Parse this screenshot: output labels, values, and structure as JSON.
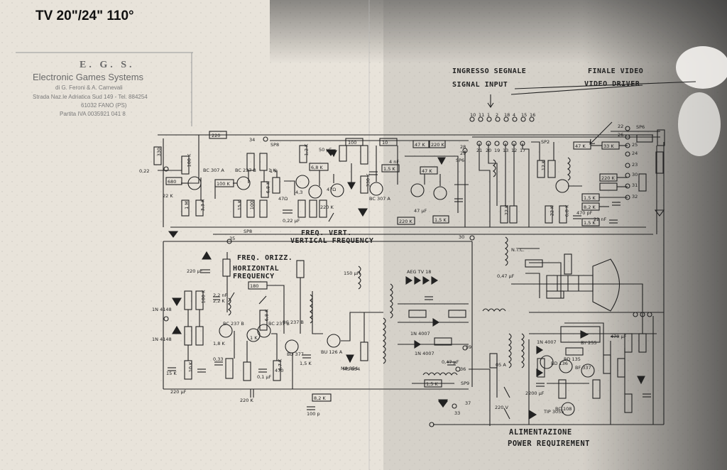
{
  "title": "TV 20\"/24\" 110°",
  "company": {
    "name": "E. G. S.",
    "full_name": "Electronic Games Systems",
    "owners": "di G. Feroni & A. Carnevali",
    "address": "Strada Naz.le Adriatica Sud 149 - Tel. 884254",
    "city": "61032 FANO (PS)",
    "vat": "Partita IVA 0035921 041 8"
  },
  "annotations": {
    "signal_input_it": "INGRESSO SEGNALE",
    "signal_input_en": "SIGNAL INPUT",
    "video_driver_it": "FINALE VIDEO",
    "video_driver_en": "VIDEO DRIVER",
    "vertical_freq_it": "FREQ. VERT.",
    "vertical_freq_en": "VERTICAL FREQUENCY",
    "horizontal_freq_it": "FREQ. ORIZZ.",
    "horizontal_freq_en_1": "HORIZONTAL",
    "horizontal_freq_en_2": "FREQUENCY",
    "power_it": "ALIMENTAZIONE",
    "power_en": "POWER REQUIREMENT"
  },
  "connector_points": {
    "top_row": [
      "10",
      "11",
      "1",
      "2",
      "18",
      "4",
      "15",
      "16"
    ],
    "second_row": [
      "21",
      "20",
      "19",
      "13",
      "12",
      "17"
    ],
    "right_column": [
      "22",
      "26",
      "25",
      "24",
      "23",
      "30",
      "31",
      "32"
    ],
    "misc": [
      "34",
      "35",
      "28",
      "29",
      "30",
      "33",
      "36",
      "37",
      "39"
    ]
  },
  "section_labels": [
    "SP8",
    "SP8",
    "SP6",
    "SP2",
    "SP6",
    "SP9"
  ],
  "component_labels": {
    "top_resistors": [
      "220",
      "330",
      "680",
      "100 K",
      "1 M",
      "3,3 K",
      "100 K",
      "15 K",
      "100",
      "1 K",
      "6,8 K",
      "4,3",
      "47Ω",
      "1,2 K",
      "6,8 K",
      "220 K",
      "47Ω",
      "330 K",
      "1,5 K",
      "100",
      "10",
      "47 K",
      "47 K",
      "220 K",
      "1,5 K",
      "22 K",
      "220 K",
      "22 K",
      "6,8 K",
      "12 K",
      "47 K",
      "33 K",
      "220 K",
      "1,5 K",
      "8,2 K",
      "1,5 K"
    ],
    "transistors": [
      "BC 307 A",
      "BC 237 B",
      "BC 237 B",
      "BC 307 A",
      "BC 237 B",
      "BC 237 B",
      "BD 377",
      "BU 126 A",
      "BD 136",
      "BD 135",
      "BF 337",
      "BC 108"
    ],
    "capacitors": [
      "0,22",
      "22 K",
      "1 K",
      "50 µF",
      "0,22 µF",
      "47 µF",
      "4 nF",
      "470 pF",
      "22 nF",
      "220 µF",
      "2,2 nF",
      "0,33",
      "0,1 µF",
      "470",
      "1,5 K",
      "100 p",
      "220 K",
      "0,47 µF",
      "2200 µF",
      "220 µF",
      "470 µF"
    ],
    "misc_parts": [
      "1N 4148",
      "1N 4148",
      "1N 4007",
      "1N 4007",
      "1N 4007",
      "AEG TV 18",
      "150 µH",
      "BY 255",
      "M8 854",
      "N.T.C.",
      "0,47 µF",
      "TIP 3055",
      "05 A",
      "220 V",
      "MS 854"
    ],
    "bottom_values": [
      "15 K",
      "10 K",
      "2,2 K",
      "1,8 K",
      "180",
      "100 K",
      "1 K",
      "4,7 K",
      "6,8 K",
      "1,5 K",
      "8,2 K"
    ]
  }
}
